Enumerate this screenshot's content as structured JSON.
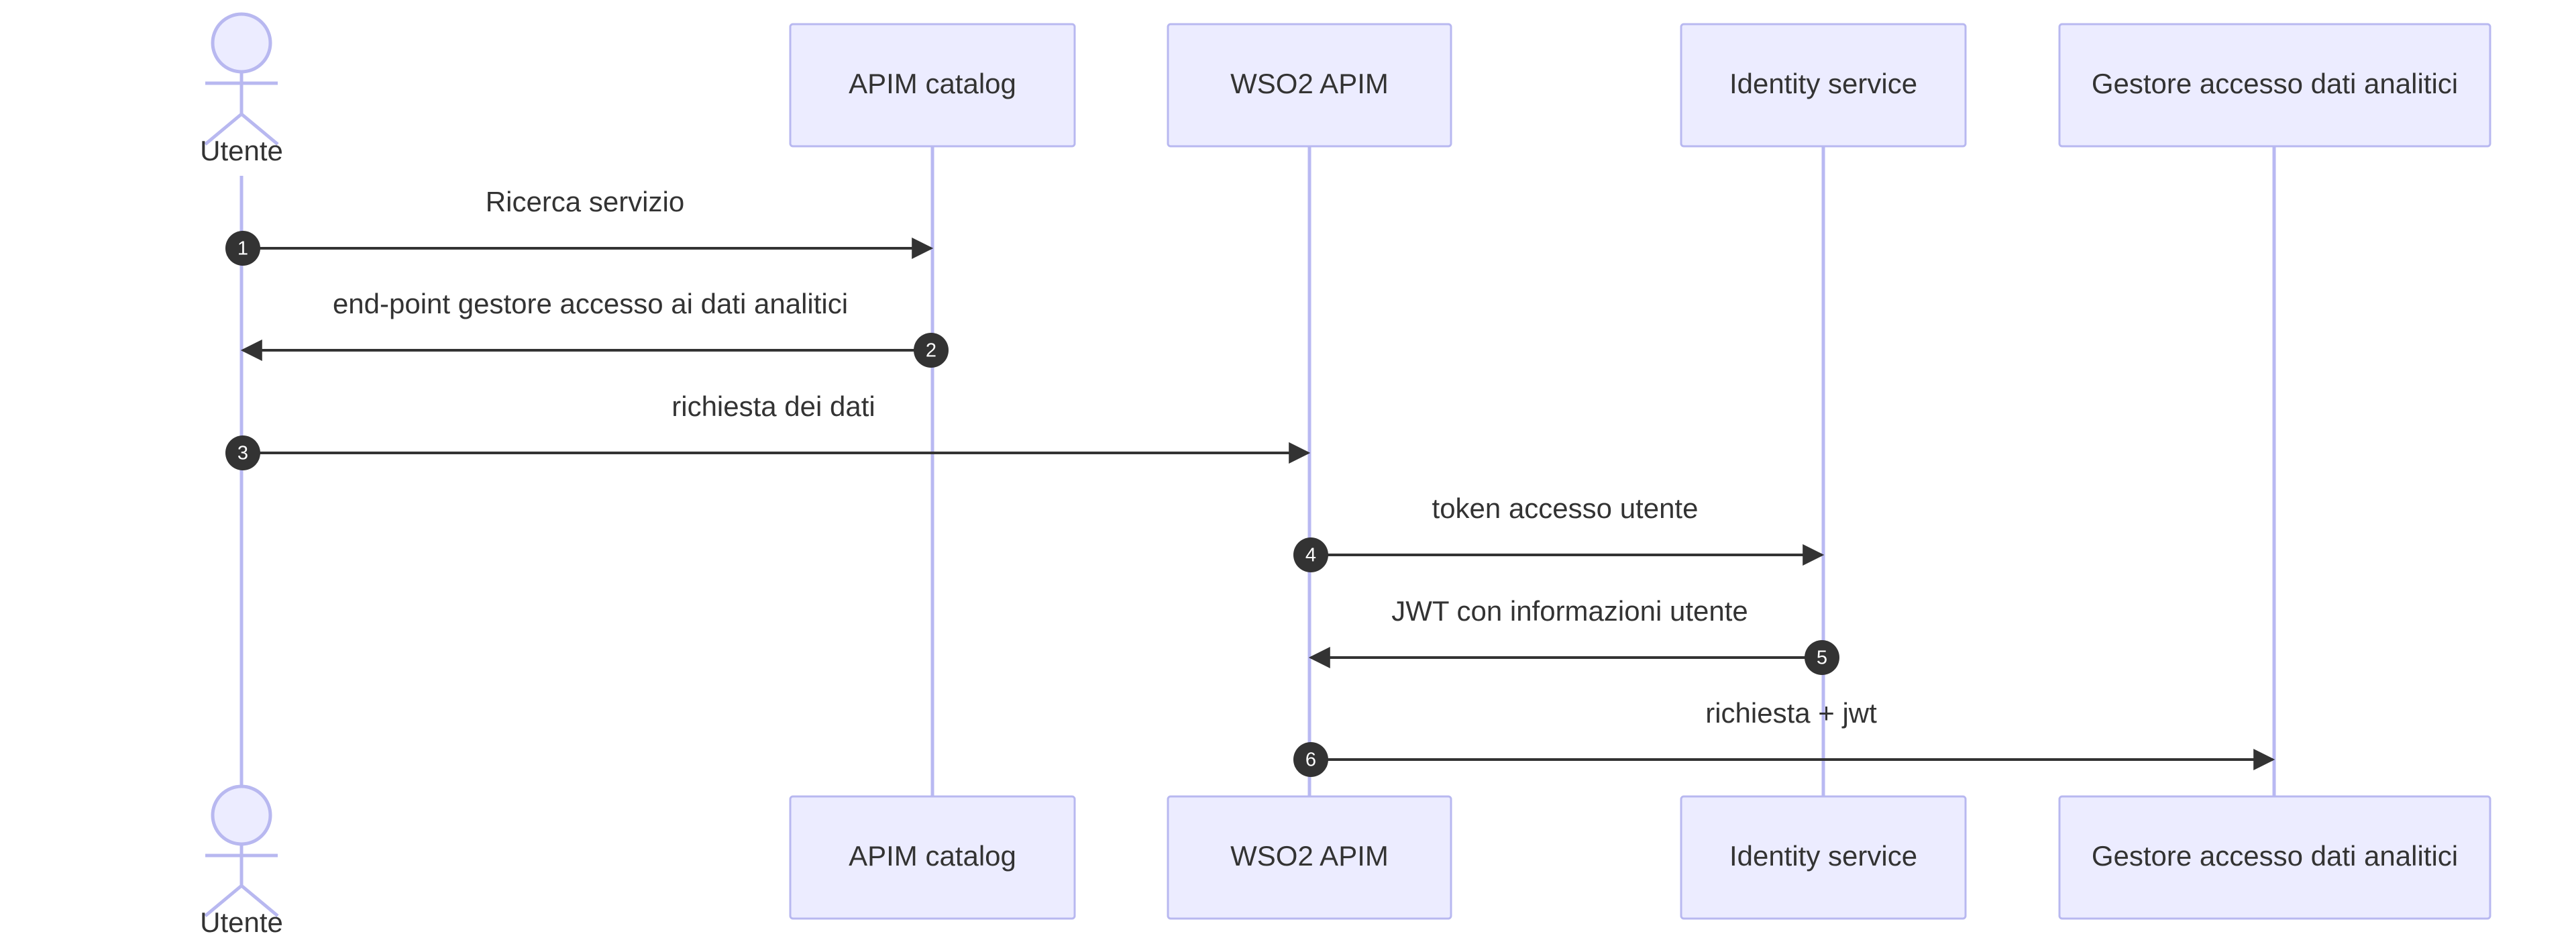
{
  "diagram": {
    "type": "sequence",
    "actor": {
      "label": "Utente"
    },
    "participants": [
      {
        "key": "catalog",
        "label": "APIM catalog"
      },
      {
        "key": "wso2",
        "label": "WSO2 APIM"
      },
      {
        "key": "identity",
        "label": "Identity service"
      },
      {
        "key": "gestore",
        "label": "Gestore accesso dati analitici"
      }
    ],
    "messages": [
      {
        "number": "1",
        "from": "actor",
        "to": "catalog",
        "label": "Ricerca servizio"
      },
      {
        "number": "2",
        "from": "catalog",
        "to": "actor",
        "label": "end-point gestore accesso ai dati analitici"
      },
      {
        "number": "3",
        "from": "actor",
        "to": "wso2",
        "label": "richiesta dei dati"
      },
      {
        "number": "4",
        "from": "wso2",
        "to": "identity",
        "label": "token accesso utente"
      },
      {
        "number": "5",
        "from": "identity",
        "to": "wso2",
        "label": "JWT con informazioni utente"
      },
      {
        "number": "6",
        "from": "wso2",
        "to": "gestore",
        "label": "richiesta + jwt"
      }
    ]
  }
}
